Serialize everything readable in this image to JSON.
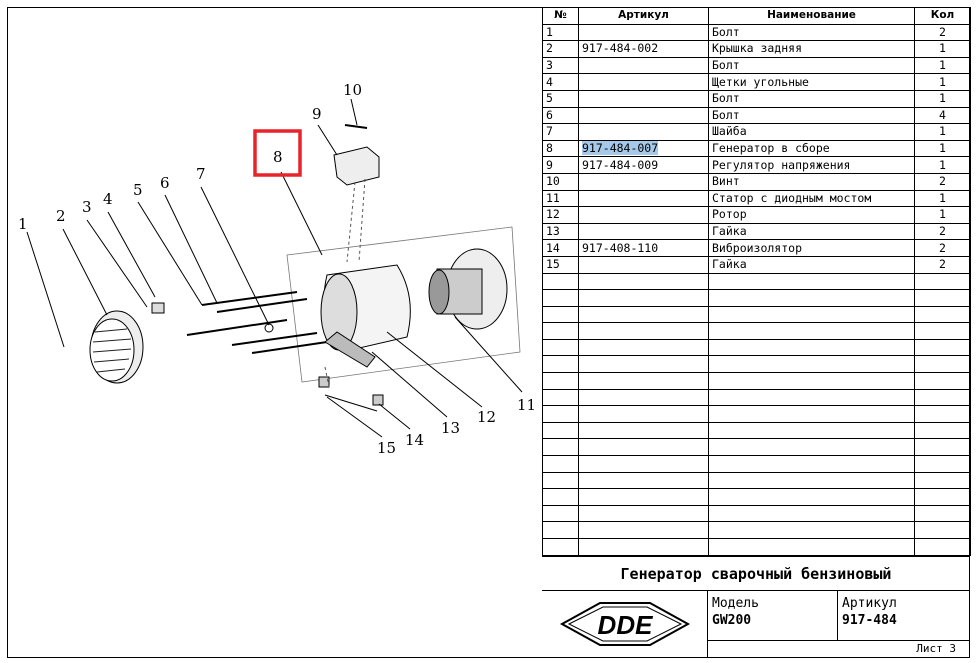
{
  "table": {
    "headers": [
      "№",
      "Артикул",
      "Наименование",
      "Кол"
    ],
    "rows": [
      {
        "no": "1",
        "art": "",
        "name": "Болт",
        "qty": "2"
      },
      {
        "no": "2",
        "art": "917-484-002",
        "name": "Крышка задняя",
        "qty": "1"
      },
      {
        "no": "3",
        "art": "",
        "name": "Болт",
        "qty": "1"
      },
      {
        "no": "4",
        "art": "",
        "name": "Щетки угольные",
        "qty": "1"
      },
      {
        "no": "5",
        "art": "",
        "name": "Болт",
        "qty": "1"
      },
      {
        "no": "6",
        "art": "",
        "name": "Болт",
        "qty": "4"
      },
      {
        "no": "7",
        "art": "",
        "name": "Шайба",
        "qty": "1"
      },
      {
        "no": "8",
        "art": "917-484-007",
        "name": "Генератор в сборе",
        "qty": "1"
      },
      {
        "no": "9",
        "art": "917-484-009",
        "name": "Регулятор напряжения",
        "qty": "1"
      },
      {
        "no": "10",
        "art": "",
        "name": "Винт",
        "qty": "2"
      },
      {
        "no": "11",
        "art": "",
        "name": "Статор с диодным мостом",
        "qty": "1"
      },
      {
        "no": "12",
        "art": "",
        "name": "Ротор",
        "qty": "1"
      },
      {
        "no": "13",
        "art": "",
        "name": "Гайка",
        "qty": "2"
      },
      {
        "no": "14",
        "art": "917-408-110",
        "name": "Виброизолятор",
        "qty": "2"
      },
      {
        "no": "15",
        "art": "",
        "name": "Гайка",
        "qty": "2"
      }
    ],
    "empty_rows": 17
  },
  "title": "Генератор сварочный бензиновый",
  "logo_text": "DDE",
  "model_label": "Модель",
  "model_value": "GW200",
  "article_label": "Артикул",
  "article_value": "917-484",
  "sheet": "Лист 3",
  "diagram_labels": [
    "1",
    "2",
    "3",
    "4",
    "5",
    "6",
    "7",
    "8",
    "9",
    "10",
    "11",
    "12",
    "13",
    "14",
    "15"
  ],
  "highlight_color": "#e8232a",
  "selection_color": "#a6c9ea"
}
